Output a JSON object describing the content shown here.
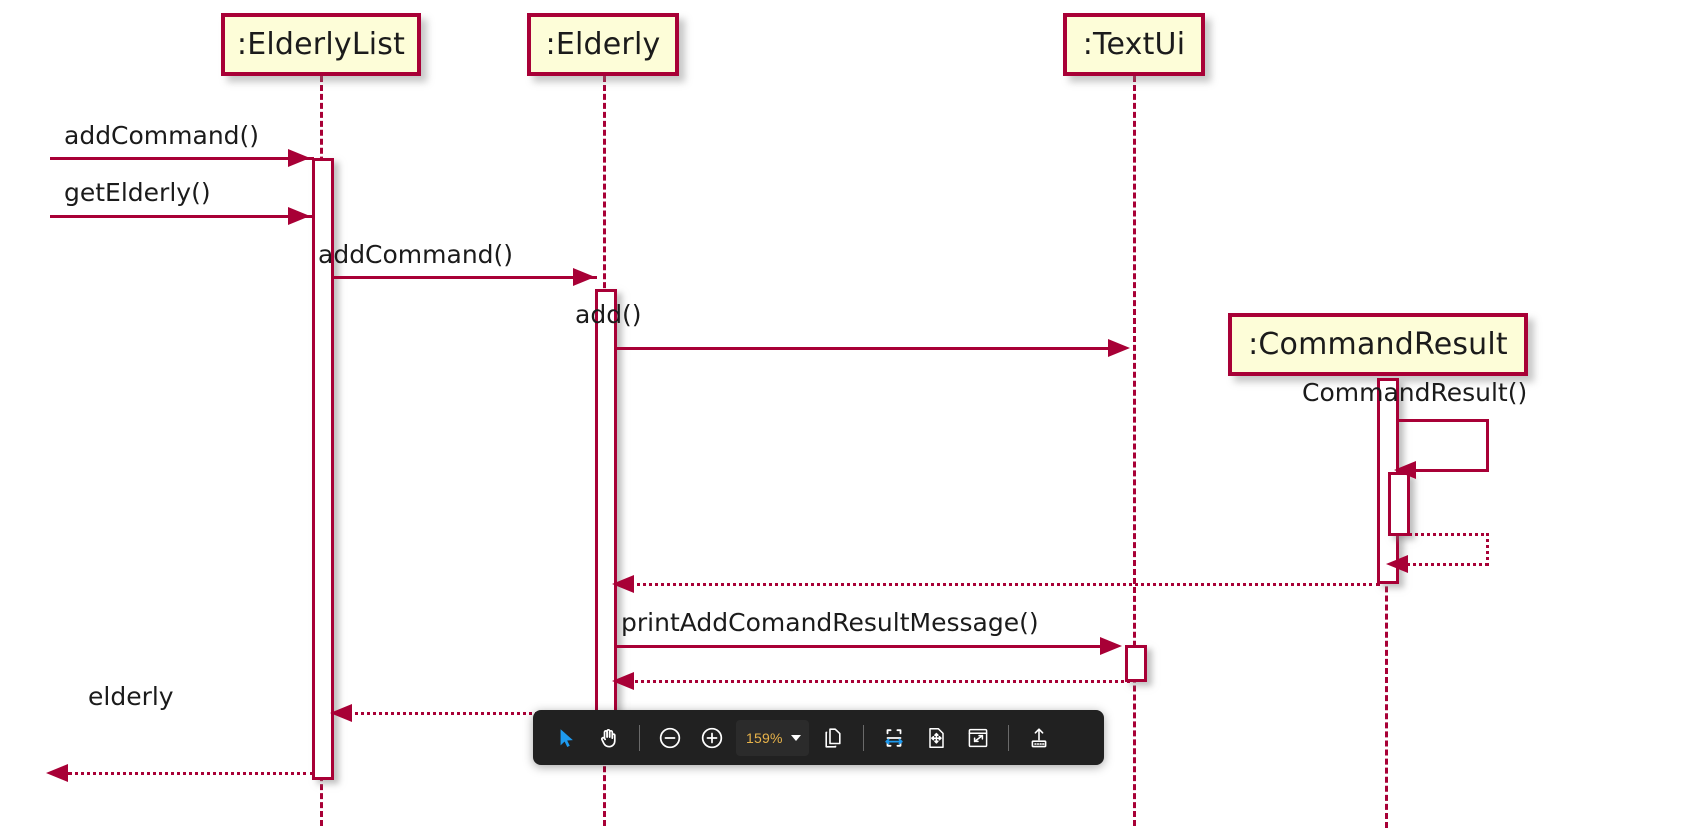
{
  "diagram": {
    "type": "uml-sequence-diagram",
    "participants": [
      {
        "id": "elderlylist",
        "label": ":ElderlyList"
      },
      {
        "id": "elderly",
        "label": ":Elderly"
      },
      {
        "id": "textui",
        "label": ":TextUi"
      },
      {
        "id": "commandresult",
        "label": ":CommandResult"
      }
    ],
    "messages": [
      {
        "id": "m1",
        "label": "addCommand()",
        "from": "actor",
        "to": "elderlylist",
        "style": "solid"
      },
      {
        "id": "m2",
        "label": "getElderly()",
        "from": "actor",
        "to": "elderlylist",
        "style": "solid"
      },
      {
        "id": "m3",
        "label": "addCommand()",
        "from": "elderlylist",
        "to": "elderly",
        "style": "solid"
      },
      {
        "id": "m4",
        "label": "add()",
        "from": "elderly",
        "to": "commandresult",
        "style": "solid"
      },
      {
        "id": "m5",
        "label": "CommandResult()",
        "from": "commandresult",
        "to": "commandresult",
        "style": "solid"
      },
      {
        "id": "m6",
        "label": "",
        "from": "commandresult",
        "to": "commandresult",
        "style": "dotted"
      },
      {
        "id": "m7",
        "label": "",
        "from": "commandresult",
        "to": "elderly",
        "style": "dotted"
      },
      {
        "id": "m8",
        "label": "printAddComandResultMessage()",
        "from": "elderly",
        "to": "textui",
        "style": "solid"
      },
      {
        "id": "m9",
        "label": "",
        "from": "textui",
        "to": "elderly",
        "style": "dotted"
      },
      {
        "id": "m10",
        "label": "",
        "from": "elderly",
        "to": "elderlylist",
        "style": "dotted"
      },
      {
        "id": "m11",
        "label": "elderly",
        "from": "elderlylist",
        "to": "actor",
        "style": "dotted"
      }
    ],
    "colors": {
      "line": "#A80036",
      "box_fill": "#FDFDD8",
      "text": "#1b1b1b",
      "activation_fill": "#FFFFFF"
    }
  },
  "toolbar": {
    "zoom_level": "159%",
    "buttons": [
      {
        "name": "select-tool",
        "icon": "cursor-icon",
        "active": true,
        "title": "Select"
      },
      {
        "name": "pan-tool",
        "icon": "hand-icon",
        "active": false,
        "title": "Pan"
      },
      {
        "name": "zoom-out-button",
        "icon": "minus-circle-icon",
        "active": false,
        "title": "Zoom out"
      },
      {
        "name": "zoom-in-button",
        "icon": "plus-circle-icon",
        "active": false,
        "title": "Zoom in"
      },
      {
        "name": "page-view-button",
        "icon": "copy-pages-icon",
        "active": false,
        "title": "Page view"
      },
      {
        "name": "fit-width-button",
        "icon": "fit-width-icon",
        "active": true,
        "title": "Fit width"
      },
      {
        "name": "fit-page-button",
        "icon": "fit-page-icon",
        "active": false,
        "title": "Fit page"
      },
      {
        "name": "fullscreen-button",
        "icon": "fullscreen-icon",
        "active": false,
        "title": "Fullscreen"
      },
      {
        "name": "export-button",
        "icon": "export-upload-icon",
        "active": false,
        "title": "Export"
      }
    ]
  }
}
